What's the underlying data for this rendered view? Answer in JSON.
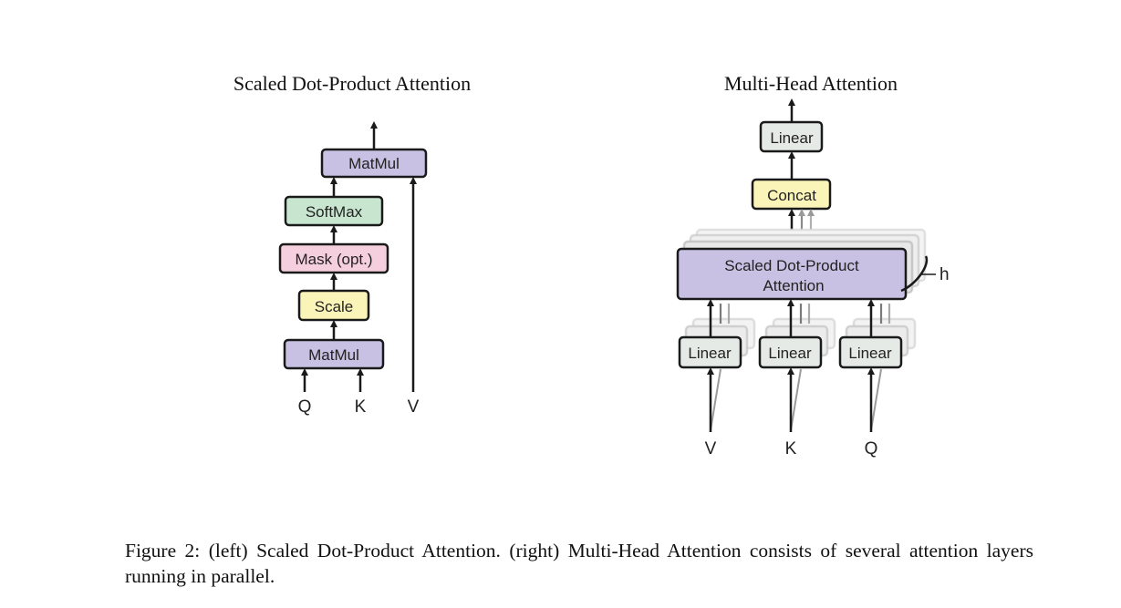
{
  "colors": {
    "matmul": "#c8c1e3",
    "softmax": "#c8e6cf",
    "mask": "#f5cfdd",
    "scale": "#fbf4b9",
    "concat": "#fbf4b9",
    "linear": "#e5eae7",
    "sdpa": "#c8c1e3",
    "stroke": "#1a1a1a"
  },
  "left_panel": {
    "title": "Scaled Dot-Product Attention",
    "nodes": {
      "matmul_top": "MatMul",
      "softmax": "SoftMax",
      "mask": "Mask (opt.)",
      "scale": "Scale",
      "matmul_bottom": "MatMul"
    },
    "inputs": {
      "q": "Q",
      "k": "K",
      "v": "V"
    }
  },
  "right_panel": {
    "title": "Multi-Head Attention",
    "nodes": {
      "linear_top": "Linear",
      "concat": "Concat",
      "sdpa_line1": "Scaled Dot-Product",
      "sdpa_line2": "Attention",
      "linear_v": "Linear",
      "linear_k": "Linear",
      "linear_q": "Linear"
    },
    "heads_label": "h",
    "inputs": {
      "v": "V",
      "k": "K",
      "q": "Q"
    }
  },
  "caption": "Figure 2: (left) Scaled Dot-Product Attention. (right) Multi-Head Attention consists of several attention layers running in parallel."
}
